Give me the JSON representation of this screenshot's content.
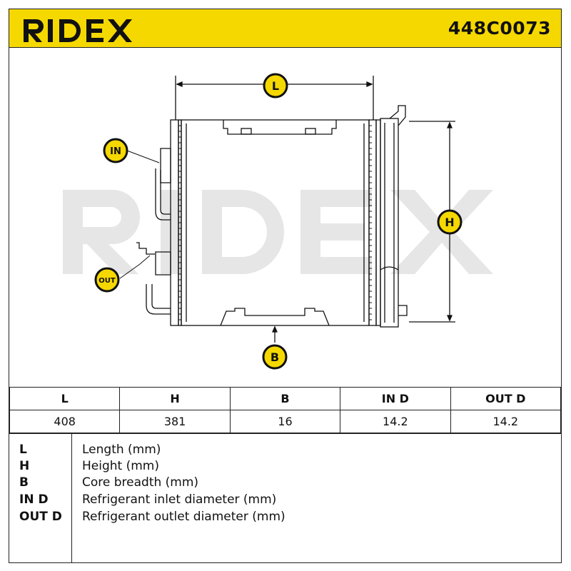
{
  "header": {
    "brand": "RIDEX",
    "part_number": "448C0073",
    "brand_color": "#f5d800"
  },
  "drawing": {
    "watermark": "RIDEX",
    "labels": {
      "L": "L",
      "H": "H",
      "B": "B",
      "IN": "IN",
      "OUT": "OUT"
    }
  },
  "spec_table": {
    "headers": [
      "L",
      "H",
      "B",
      "IN D",
      "OUT D"
    ],
    "values": [
      "408",
      "381",
      "16",
      "14.2",
      "14.2"
    ]
  },
  "legend": [
    {
      "key": "L",
      "desc": "Length (mm)"
    },
    {
      "key": "H",
      "desc": "Height (mm)"
    },
    {
      "key": "B",
      "desc": "Core breadth (mm)"
    },
    {
      "key": "IN D",
      "desc": "Refrigerant inlet diameter (mm)"
    },
    {
      "key": "OUT D",
      "desc": "Refrigerant outlet diameter (mm)"
    }
  ]
}
